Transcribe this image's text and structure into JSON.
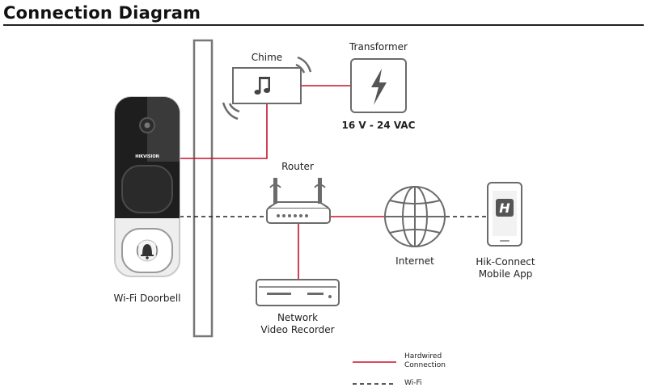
{
  "title": "Connection Diagram",
  "nodes": {
    "chime": {
      "label": "Chime"
    },
    "transformer": {
      "label": "Transformer",
      "spec": "16 V - 24 VAC"
    },
    "router": {
      "label": "Router"
    },
    "internet": {
      "label": "Internet"
    },
    "app": {
      "label_line1": "Hik-Connect",
      "label_line2": "Mobile App",
      "logo": "H"
    },
    "doorbell": {
      "label": "Wi-Fi Doorbell",
      "brand": "HIKVISION"
    },
    "nvr": {
      "label_line1": "Network",
      "label_line2": "Video Recorder"
    }
  },
  "legend": {
    "hardwired_line1": "Hardwired",
    "hardwired_line2": "Connection",
    "wifi": "Wi-Fi"
  },
  "colors": {
    "hardwired": "#c8102e",
    "wifi": "#222222",
    "device_outline": "#6b6b6b"
  },
  "icons": [
    "music-note-icon",
    "lightning-bolt-icon",
    "globe-icon",
    "bell-icon",
    "camera-lens-icon"
  ]
}
